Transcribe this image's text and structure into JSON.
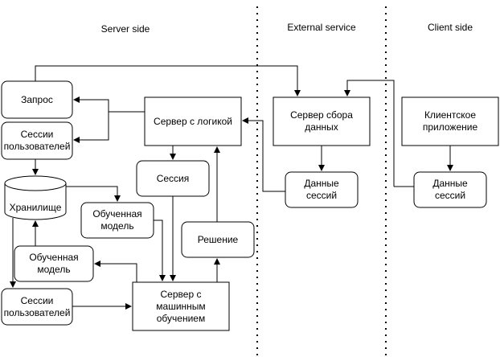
{
  "columns": {
    "server": "Server side",
    "external": "External service",
    "client": "Client side"
  },
  "nodes": {
    "request": "Запрос",
    "sessions_top": "Сессии\nпользователей",
    "storage": "Хранилище",
    "trained_model_top": "Обученная\nмодель",
    "trained_model_bottom": "Обученная\nмодель",
    "sessions_bottom": "Сессии\nпользователей",
    "logic_server": "Сервер с логикой",
    "session": "Сессия",
    "decision": "Решение",
    "ml_server": "Сервер с\nмашинным\nобучением",
    "collector": "Сервер сбора\nданных",
    "ext_sessions_data": "Данные\nсессий",
    "client_app": "Клиентское\nприложение",
    "client_sessions_data": "Данные\nсессий"
  }
}
